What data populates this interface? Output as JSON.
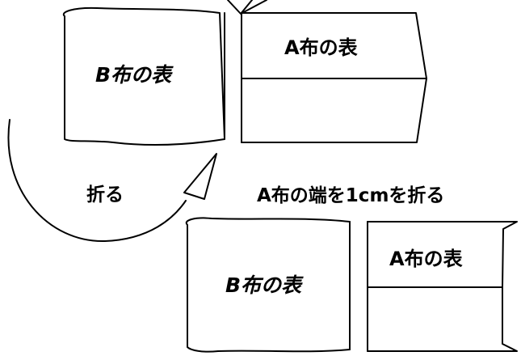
{
  "labels": {
    "top_b_front": "B布の表",
    "top_a_front": "A布の表",
    "fold": "折る",
    "step_title": "A布の端を1cmを折る",
    "bottom_b_front": "B布の表",
    "bottom_a_front": "A布の表"
  },
  "colors": {
    "ink": "#000000",
    "background": "#ffffff"
  }
}
